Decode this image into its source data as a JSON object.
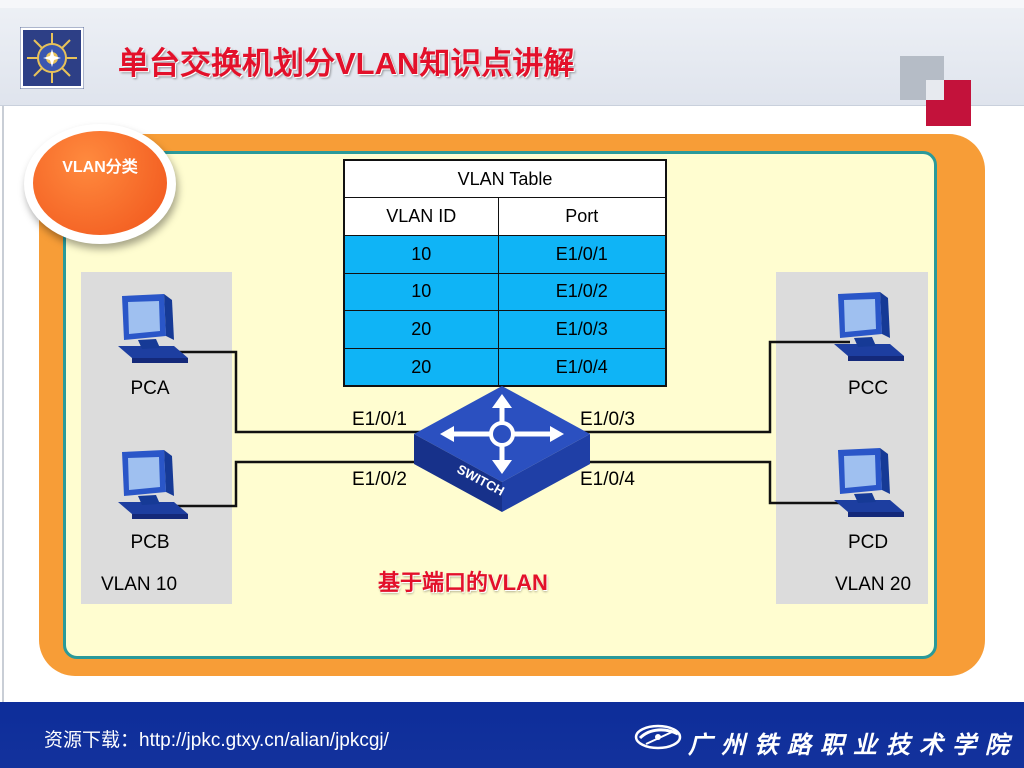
{
  "header": {
    "title": "单台交换机划分VLAN知识点讲解"
  },
  "badge": {
    "label": "VLAN分类"
  },
  "vlan_table": {
    "title": "VLAN Table",
    "columns": [
      "VLAN ID",
      "Port"
    ],
    "rows": [
      [
        "10",
        "E1/0/1"
      ],
      [
        "10",
        "E1/0/2"
      ],
      [
        "20",
        "E1/0/3"
      ],
      [
        "20",
        "E1/0/4"
      ]
    ]
  },
  "pcs": {
    "pca": "PCA",
    "pcb": "PCB",
    "pcc": "PCC",
    "pcd": "PCD"
  },
  "groups": {
    "left": "VLAN 10",
    "right": "VLAN 20"
  },
  "ports": {
    "p1": "E1/0/1",
    "p2": "E1/0/2",
    "p3": "E1/0/3",
    "p4": "E1/0/4"
  },
  "switch": {
    "label": "SWITCH"
  },
  "caption": "基于端口的VLAN",
  "footer": {
    "resource": "资源下载：http://jpkc.gtxy.cn/alian/jpkcgj/",
    "school": "广州铁路职业技术学院"
  },
  "colors": {
    "title_red": "#e3102a",
    "orange": "#f79d37",
    "panel_yellow": "#fffdd0",
    "table_blue": "#0fb4f6",
    "footer_blue": "#13329c",
    "accent_crimson": "#c3123b"
  }
}
